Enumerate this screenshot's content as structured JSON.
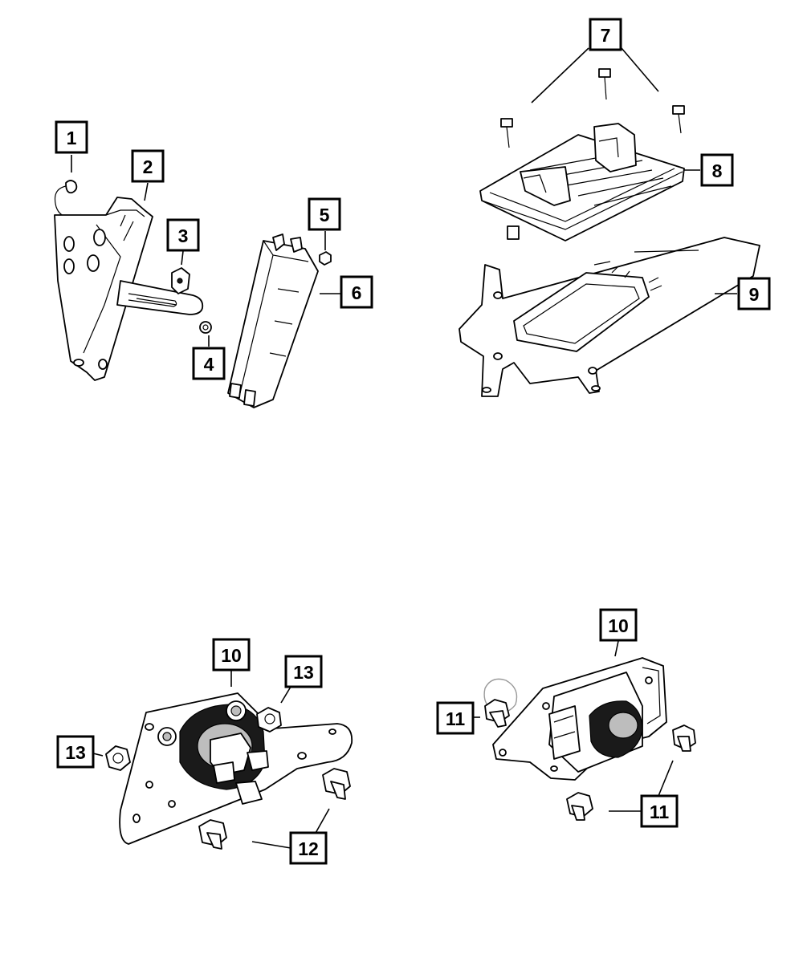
{
  "callouts": [
    {
      "id": "c1",
      "label": "1"
    },
    {
      "id": "c2",
      "label": "2"
    },
    {
      "id": "c3",
      "label": "3"
    },
    {
      "id": "c4",
      "label": "4"
    },
    {
      "id": "c5",
      "label": "5"
    },
    {
      "id": "c6",
      "label": "6"
    },
    {
      "id": "c7",
      "label": "7"
    },
    {
      "id": "c8",
      "label": "8"
    },
    {
      "id": "c9",
      "label": "9"
    },
    {
      "id": "c10a",
      "label": "10"
    },
    {
      "id": "c13a",
      "label": "13"
    },
    {
      "id": "c13b",
      "label": "13"
    },
    {
      "id": "c12",
      "label": "12"
    },
    {
      "id": "c10b",
      "label": "10"
    },
    {
      "id": "c11a",
      "label": "11"
    },
    {
      "id": "c11b",
      "label": "11"
    }
  ]
}
